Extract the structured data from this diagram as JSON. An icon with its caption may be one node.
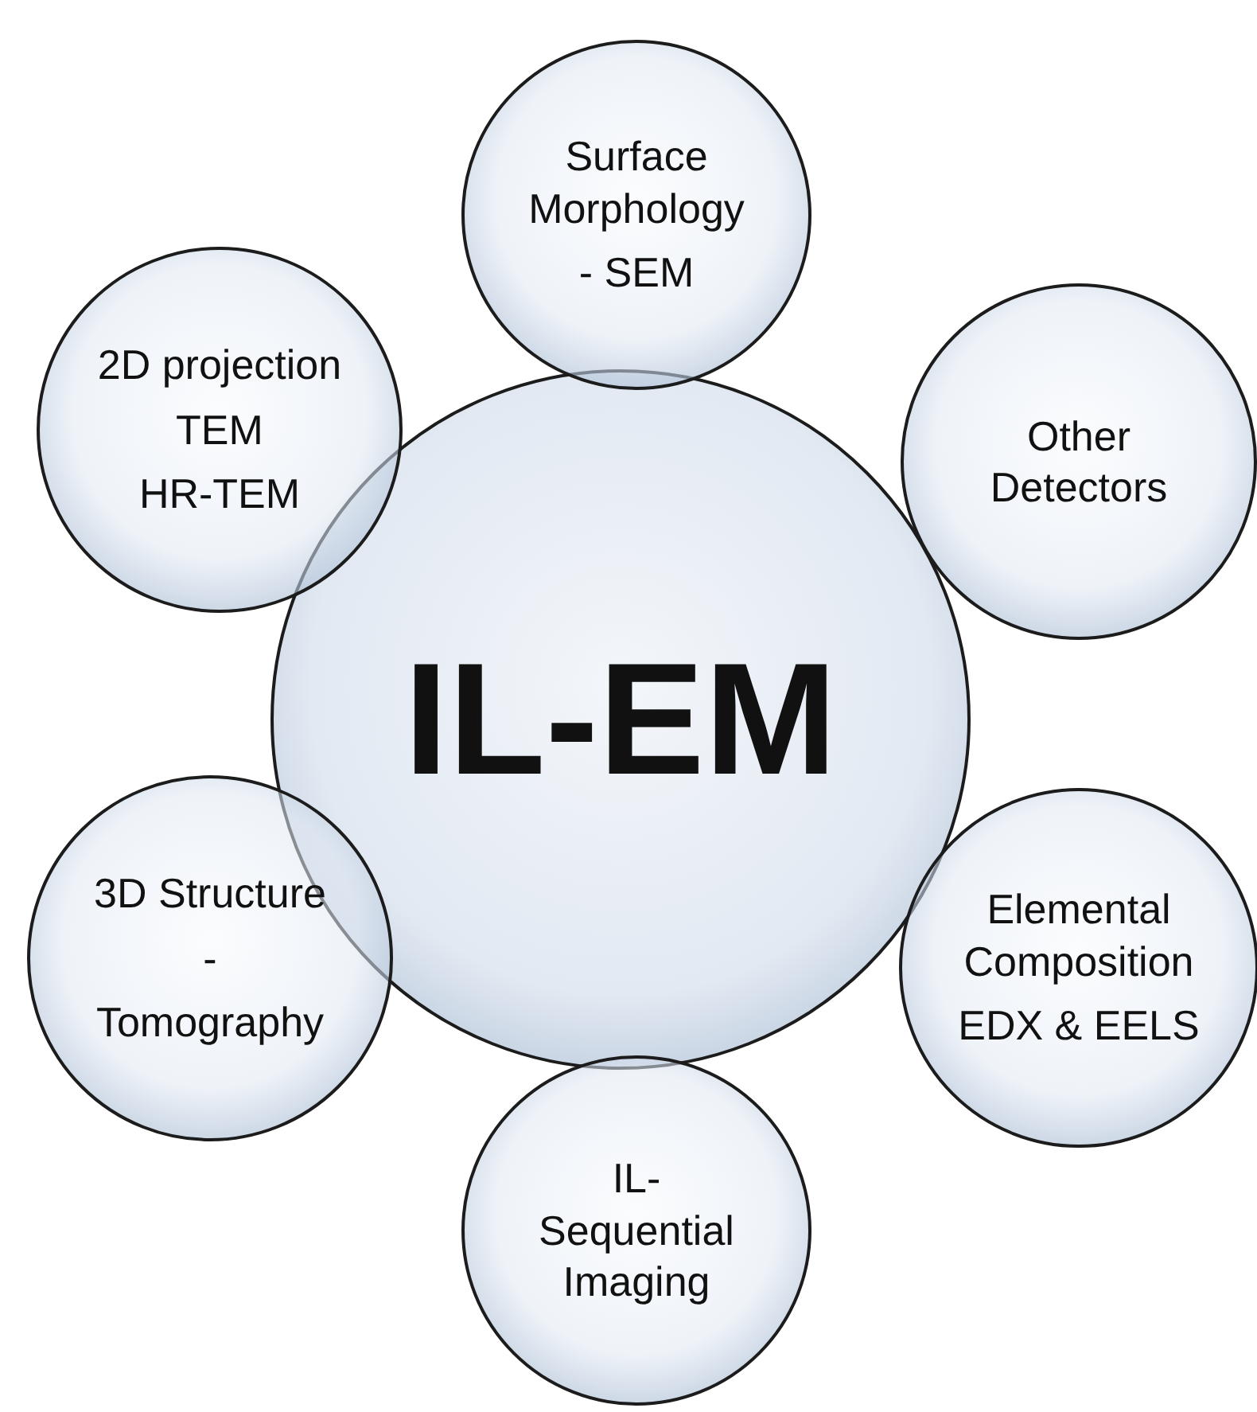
{
  "diagram": {
    "nodes": [
      {
        "text": [
          "IL-EM"
        ]
      },
      {
        "text": [
          "Surface Morphology",
          "- SEM"
        ]
      },
      {
        "text": [
          "2D projection",
          "TEM",
          "HR-TEM"
        ]
      },
      {
        "text": [
          "Other Detectors"
        ]
      },
      {
        "text": [
          "3D Structure",
          "-",
          "Tomography"
        ]
      },
      {
        "text": [
          "Elemental Composition",
          "EDX & EELS"
        ]
      },
      {
        "text": [
          "IL- Sequential Imaging"
        ]
      }
    ],
    "edges": []
  }
}
